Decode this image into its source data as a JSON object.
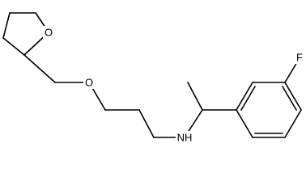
{
  "molecule": {
    "atoms": {
      "ring_oxygen": "O",
      "ether_oxygen": "O",
      "amine": "NH",
      "fluorine": "F"
    }
  },
  "colors": {
    "bond": "#000000",
    "label": "#000000",
    "background": "#ffffff"
  }
}
